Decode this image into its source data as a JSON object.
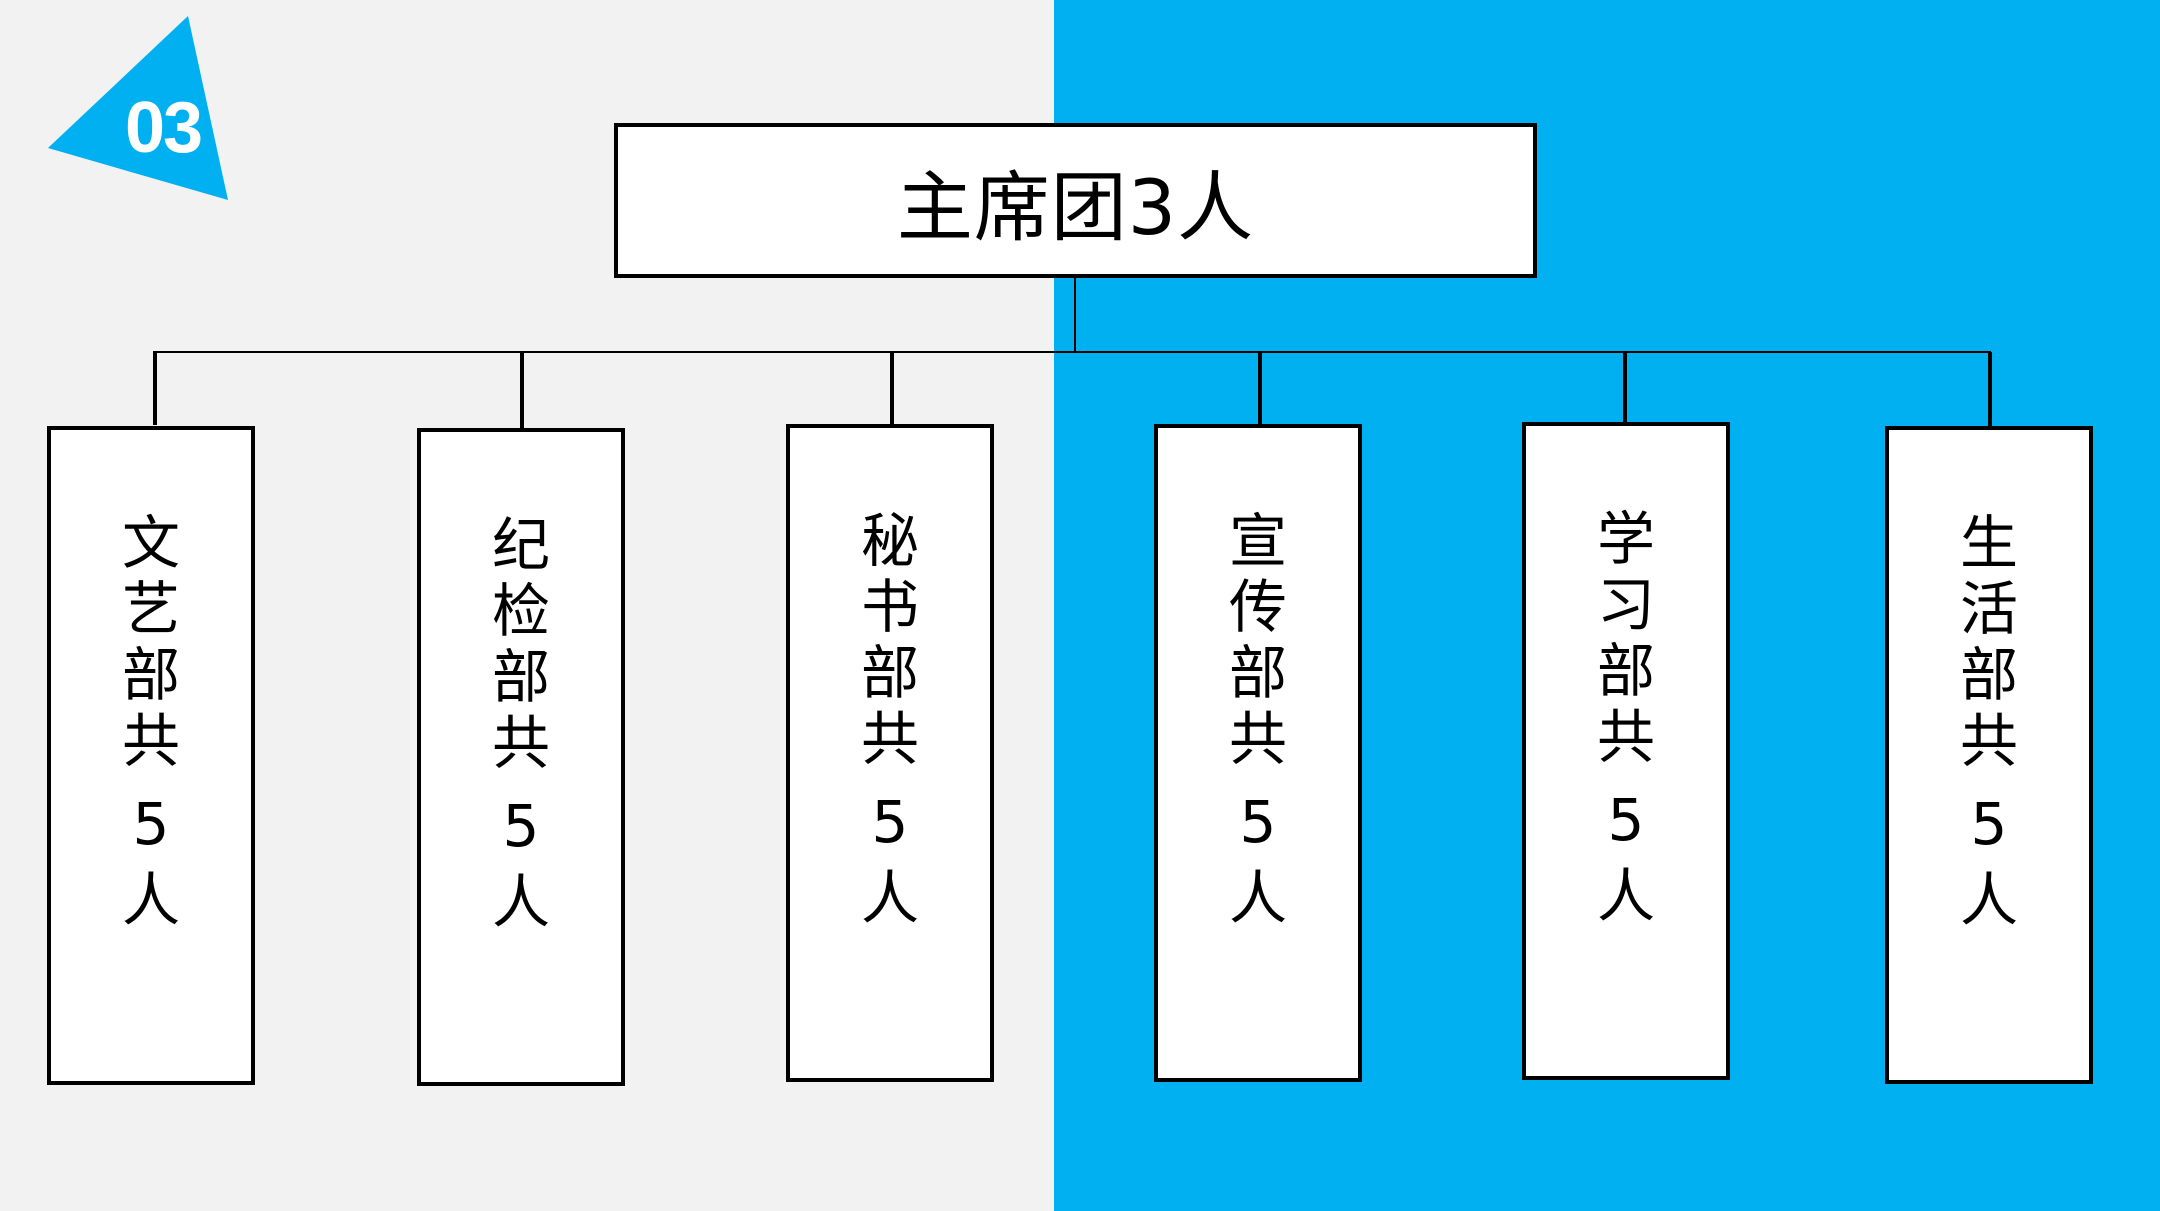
{
  "badge": {
    "number": "03"
  },
  "colors": {
    "left_bg": "#f2f2f2",
    "right_bg": "#00b0f0",
    "badge": "#00b0f0",
    "box_border": "#000000"
  },
  "top": {
    "label": "主席团3人"
  },
  "departments": [
    {
      "name_chars": [
        "文",
        "艺",
        "部",
        "共"
      ],
      "count": "5",
      "unit": "人"
    },
    {
      "name_chars": [
        "纪",
        "检",
        "部",
        "共"
      ],
      "count": "5",
      "unit": "人"
    },
    {
      "name_chars": [
        "秘",
        "书",
        "部",
        "共"
      ],
      "count": "5",
      "unit": "人"
    },
    {
      "name_chars": [
        "宣",
        "传",
        "部",
        "共"
      ],
      "count": "5",
      "unit": "人"
    },
    {
      "name_chars": [
        "学",
        "习",
        "部",
        "共"
      ],
      "count": "5",
      "unit": "人"
    },
    {
      "name_chars": [
        "生",
        "活",
        "部",
        "共"
      ],
      "count": "5",
      "unit": "人"
    }
  ]
}
